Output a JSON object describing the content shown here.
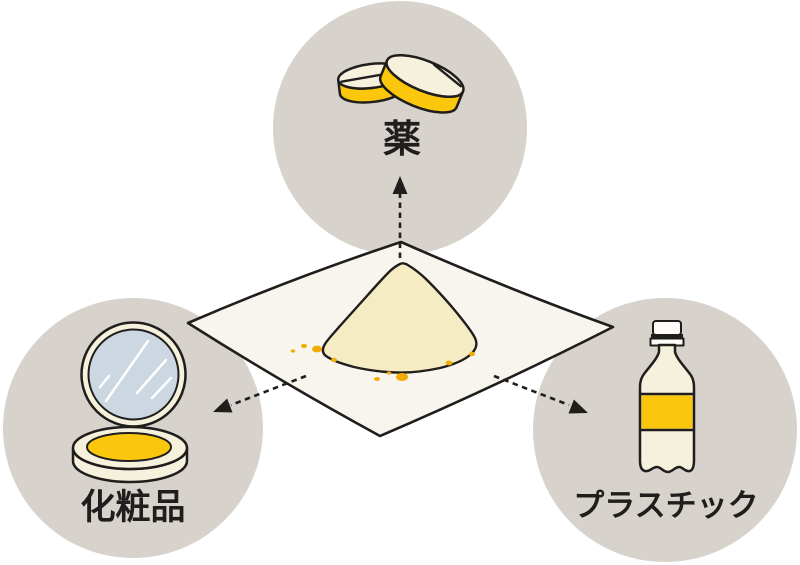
{
  "diagram": {
    "type": "radial-illustration",
    "center": {
      "name": "powder-pile-on-paper"
    },
    "nodes": [
      {
        "id": "medicine",
        "label": "薬",
        "icon": "tablets-icon"
      },
      {
        "id": "cosmetics",
        "label": "化粧品",
        "icon": "compact-icon"
      },
      {
        "id": "plastic",
        "label": "プラスチック",
        "icon": "plastic-bottle-icon"
      }
    ],
    "colors": {
      "background": "#ffffff",
      "node_circle": "#d8d2cc",
      "outline": "#1f1e1c",
      "accent_yellow": "#fbc70d",
      "powder_speck": "#f2ad05",
      "paper": "#f7f5ee",
      "powder_pile": "#f5ecc4",
      "cream": "#f5f1dd",
      "mirror_glass": "#ccd7e2"
    }
  }
}
